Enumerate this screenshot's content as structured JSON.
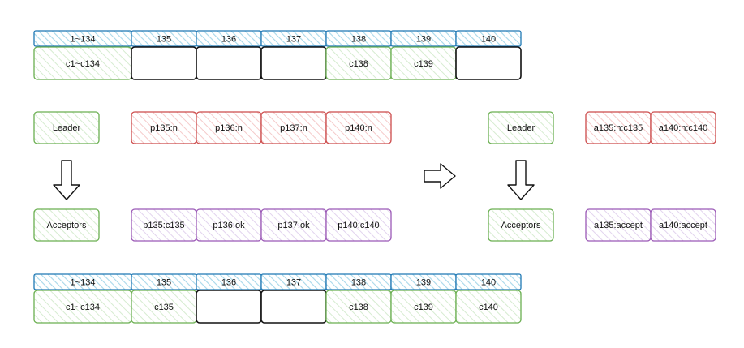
{
  "colors": {
    "blue_stroke": "#1f78b4",
    "blue_fill": "#a8d8ea",
    "green_stroke": "#6aaf50",
    "green_fill": "#cfe8c4",
    "red_stroke": "#cc4a4a",
    "red_fill": "#f3c0c0",
    "purple_stroke": "#9b59b6",
    "purple_fill": "#dcc8ea",
    "black_stroke": "#111111"
  },
  "top_log": {
    "headers": [
      "1~134",
      "135",
      "136",
      "137",
      "138",
      "139",
      "140"
    ],
    "values": [
      "c1~c134",
      "",
      "",
      "",
      "c138",
      "c139",
      ""
    ],
    "empty": [
      false,
      true,
      true,
      true,
      false,
      false,
      true
    ]
  },
  "bottom_log": {
    "headers": [
      "1~134",
      "135",
      "136",
      "137",
      "138",
      "139",
      "140"
    ],
    "values": [
      "c1~c134",
      "c135",
      "",
      "",
      "c138",
      "c139",
      "c140"
    ],
    "empty": [
      false,
      false,
      true,
      true,
      false,
      false,
      false
    ]
  },
  "left": {
    "leader": "Leader",
    "acceptors": "Acceptors",
    "prepare_requests": [
      "p135:n",
      "p136:n",
      "p137:n",
      "p140:n"
    ],
    "prepare_responses": [
      "p135:c135",
      "p136:ok",
      "p137:ok",
      "p140:c140"
    ]
  },
  "right": {
    "leader": "Leader",
    "acceptors": "Acceptors",
    "accept_requests": [
      "a135:n:c135",
      "a140:n:c140"
    ],
    "accept_responses": [
      "a135:accept",
      "a140:accept"
    ]
  },
  "arrows": [
    "down-arrow",
    "right-arrow",
    "down-arrow"
  ]
}
